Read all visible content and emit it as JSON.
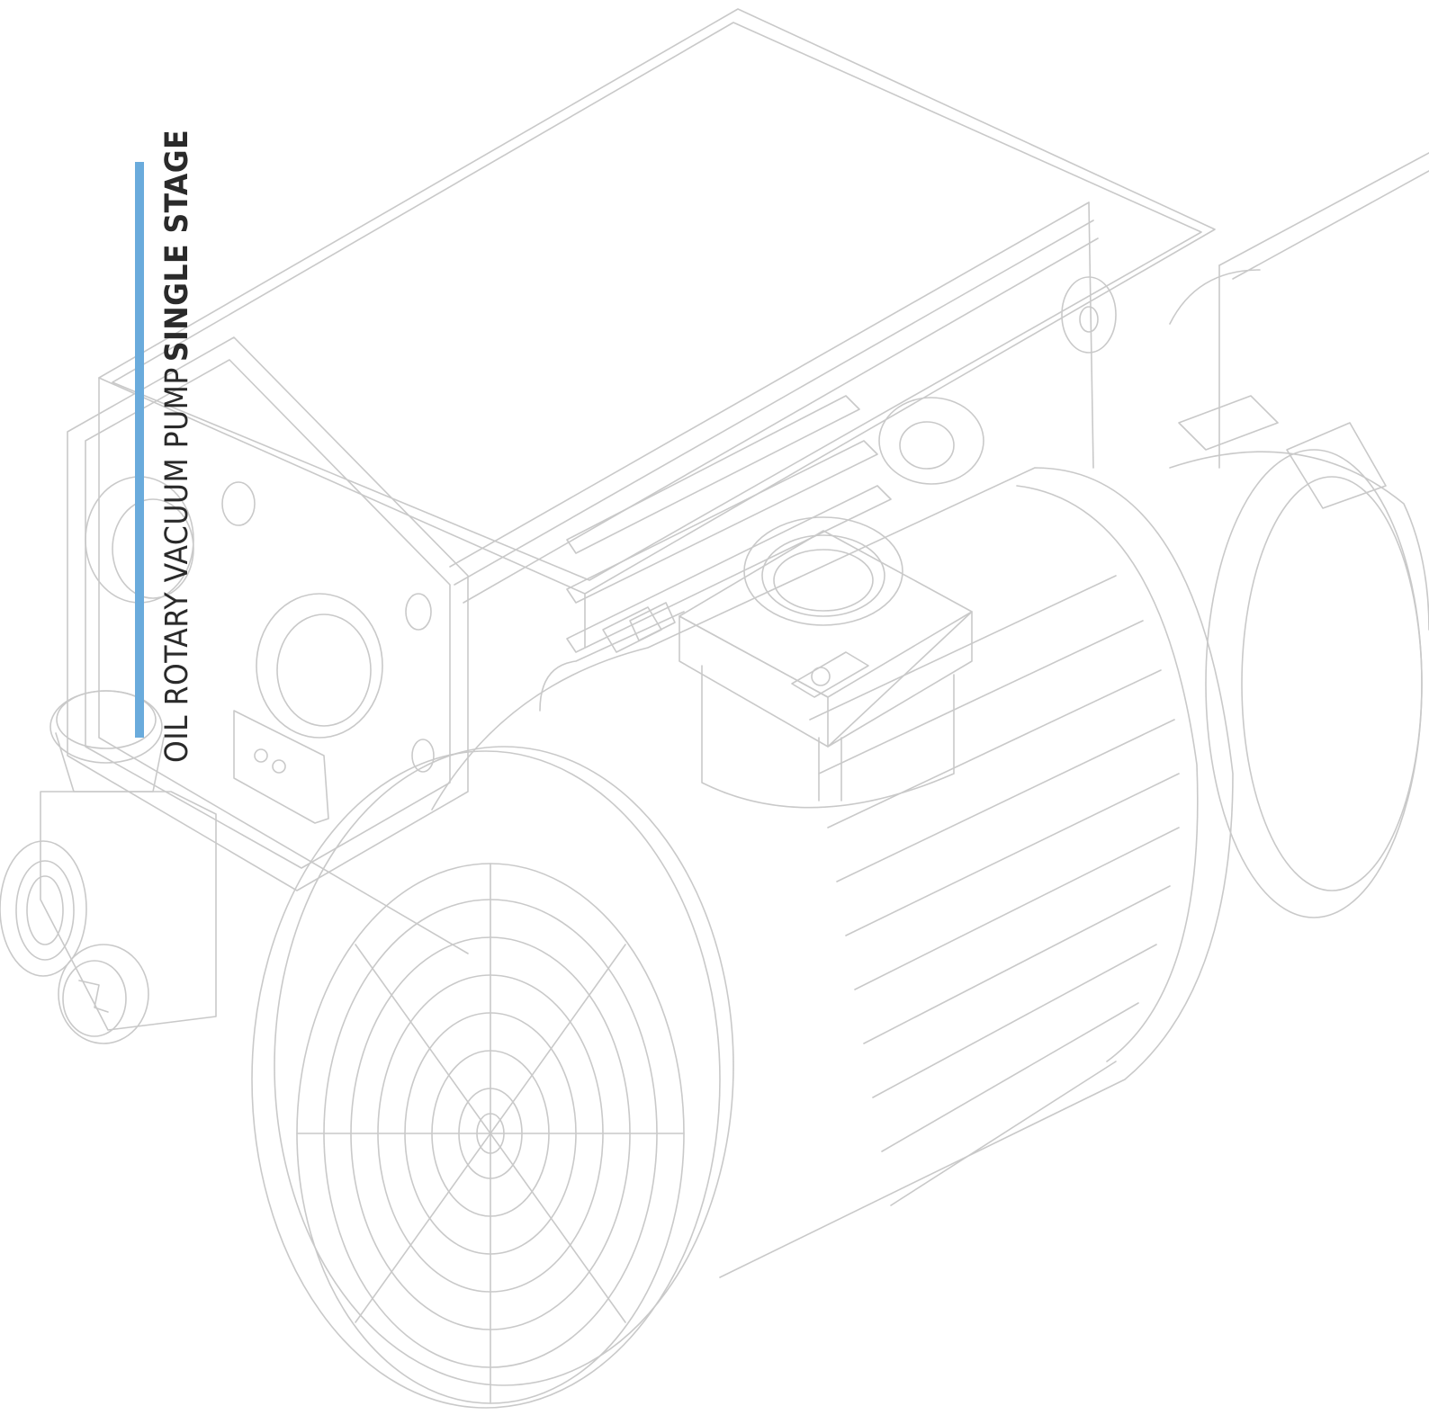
{
  "heading": {
    "line_light": "OIL ROTARY VACUUM PUMP",
    "line_bold": "SINGLE STAGE"
  },
  "colors": {
    "accent_bar": "#6aabdc",
    "line_art": "#c9c9c9",
    "text": "#2a2a2a",
    "background": "#ffffff"
  },
  "illustration": {
    "subject": "oil-rotary-vacuum-pump-line-drawing"
  }
}
